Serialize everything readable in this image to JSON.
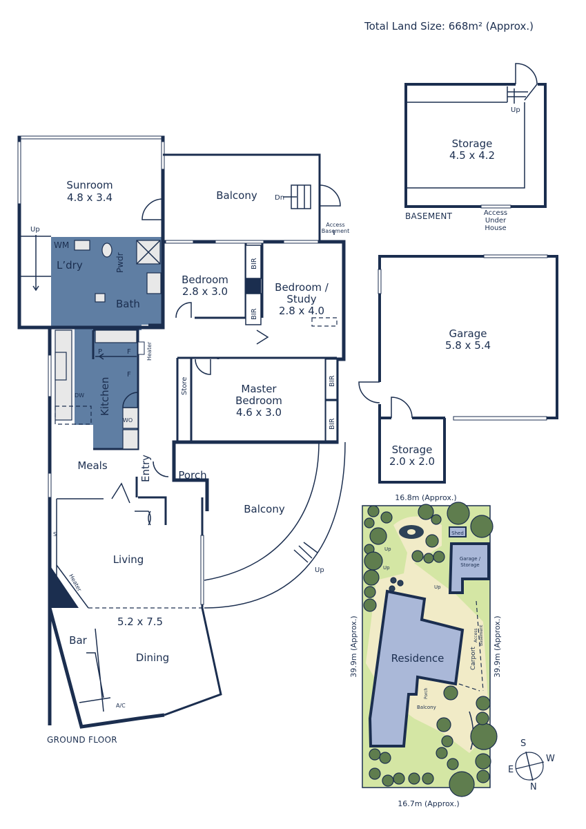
{
  "header": {
    "land_size": "Total Land Size: 668m² (Approx.)"
  },
  "ground_floor": {
    "title": "GROUND FLOOR",
    "rooms": {
      "sunroom": {
        "name": "Sunroom",
        "dims": "4.8 x 3.4"
      },
      "balcony_upper": {
        "name": "Balcony"
      },
      "dn": "Dn",
      "access_basement": [
        "Access",
        "Basement"
      ],
      "up_left": "Up",
      "wm": "WM",
      "laundry": "L’dry",
      "pwdr": "Pwdr",
      "bath": "Bath",
      "bedroom": {
        "name": "Bedroom",
        "dims": "2.8 x 3.0"
      },
      "bir": "BIR",
      "bedroom_study": {
        "name1": "Bedroom /",
        "name2": "Study",
        "dims": "2.8 x 4.0"
      },
      "heater_hall": "Heater",
      "p": "P",
      "f": "F",
      "kitchen": "Kitchen",
      "dw": "DW",
      "wo": "WO",
      "store": "Store",
      "master": {
        "name1": "Master",
        "name2": "Bedroom",
        "dims": "4.6 x 3.0"
      },
      "meals": "Meals",
      "entry": "Entry",
      "porch": "Porch",
      "balcony_lower": {
        "name": "Balcony"
      },
      "up_balcony": "Up",
      "s": "S",
      "living": "Living",
      "heater_living": "Heater",
      "living_dining_dims": "5.2 x 7.5",
      "bar": "Bar",
      "dining": "Dining",
      "ac": "A/C"
    }
  },
  "basement": {
    "title": "BASEMENT",
    "storage": {
      "name": "Storage",
      "dims": "4.5 x 4.2"
    },
    "up": "Up",
    "access_under_house": [
      "Access",
      "Under",
      "House"
    ]
  },
  "garage": {
    "garage": {
      "name": "Garage",
      "dims": "5.8 x 5.4"
    },
    "storage": {
      "name": "Storage",
      "dims": "2.0 x 2.0"
    }
  },
  "site_plan": {
    "top_width": "16.8m (Approx.)",
    "bottom_width": "16.7m (Approx.)",
    "left_length": "39.9m (Approx.)",
    "right_length": "39.9m (Approx.)",
    "labels": {
      "shed": "Shed",
      "garage_storage": [
        "Garage /",
        "Storage"
      ],
      "residence": "Residence",
      "carport": "Carport",
      "access_basement": [
        "Access",
        "Basement"
      ],
      "porch": "Porch",
      "balcony": "Balcony",
      "up": "Up"
    },
    "compass": {
      "s": "S",
      "w": "W",
      "e": "E",
      "n": "N"
    },
    "colors": {
      "lawn": "#d4e6a4",
      "paving": "#f1ebc7",
      "building": "#aab8d8",
      "tree": "#5f7d4e"
    }
  },
  "colors": {
    "ink": "#1b2e4f",
    "wet_area": "#5f7ea3"
  }
}
